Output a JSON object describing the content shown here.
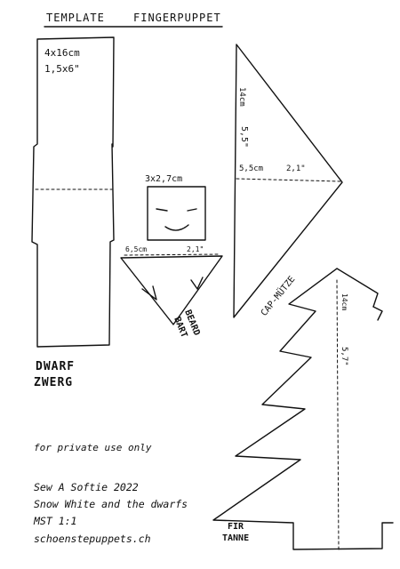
{
  "header": {
    "template": "TEMPLATE",
    "product": "FINGERPUPPET"
  },
  "dwarf_body": {
    "size_cm": "4x16cm",
    "size_in": "1,5x6\"",
    "label_en": "DWARF",
    "label_de": "ZWERG"
  },
  "face": {
    "size": "3x2,7cm"
  },
  "beard": {
    "width_cm": "6,5cm",
    "width_in": "2,1\"",
    "label_de": "BEARD",
    "label_en": "BART"
  },
  "cap": {
    "height_cm": "14cm",
    "height_in": "5,5\"",
    "width_cm": "5,5cm",
    "width_in": "2,1\"",
    "label": "CAP-MÜTZE"
  },
  "tree": {
    "top_cm": "14cm",
    "mid_in": "5,7\"",
    "label_en": "FIR",
    "label_de": "TANNE"
  },
  "footer": {
    "note": "for private use only",
    "credit": "Sew A Softie 2022",
    "series": "Snow White and the dwarfs",
    "scale": "MST 1:1",
    "site": "schoenstepuppets.ch"
  }
}
